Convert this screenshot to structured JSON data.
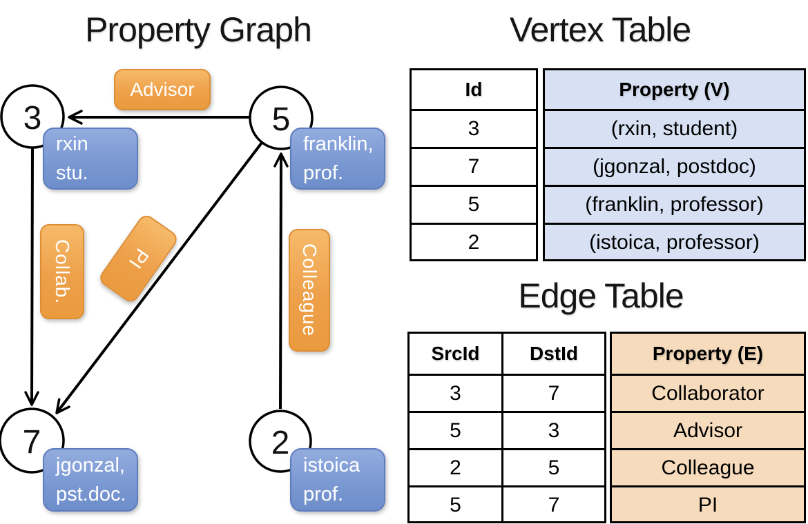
{
  "graph": {
    "title": "Property Graph",
    "nodes": [
      {
        "id": "3",
        "label_line1": "rxin",
        "label_line2": "stu."
      },
      {
        "id": "5",
        "label_line1": "franklin,",
        "label_line2": "prof."
      },
      {
        "id": "7",
        "label_line1": "jgonzal,",
        "label_line2": "pst.doc."
      },
      {
        "id": "2",
        "label_line1": "istoica",
        "label_line2": "prof."
      }
    ],
    "edge_labels": {
      "advisor": "Advisor",
      "collab": "Collab.",
      "pi": "PI",
      "colleague": "Colleague"
    },
    "edges": [
      {
        "src": "5",
        "dst": "3",
        "label": "Advisor"
      },
      {
        "src": "3",
        "dst": "7",
        "label": "Collab."
      },
      {
        "src": "5",
        "dst": "7",
        "label": "PI"
      },
      {
        "src": "2",
        "dst": "5",
        "label": "Colleague"
      }
    ]
  },
  "vertex_table": {
    "title": "Vertex Table",
    "columns": {
      "id": "Id",
      "property": "Property (V)"
    },
    "rows": [
      {
        "id": "3",
        "property": "(rxin, student)"
      },
      {
        "id": "7",
        "property": "(jgonzal, postdoc)"
      },
      {
        "id": "5",
        "property": "(franklin, professor)"
      },
      {
        "id": "2",
        "property": "(istoica, professor)"
      }
    ]
  },
  "edge_table": {
    "title": "Edge Table",
    "columns": {
      "src": "SrcId",
      "dst": "DstId",
      "property": "Property (E)"
    },
    "rows": [
      {
        "src": "3",
        "dst": "7",
        "property": "Collaborator"
      },
      {
        "src": "5",
        "dst": "3",
        "property": "Advisor"
      },
      {
        "src": "2",
        "dst": "5",
        "property": "Colleague"
      },
      {
        "src": "5",
        "dst": "7",
        "property": "PI"
      }
    ]
  },
  "colors": {
    "edge_label_fill_top": "#f6ba6a",
    "edge_label_fill_bottom": "#ea9b3e",
    "edge_label_border": "#dd8d34",
    "vertex_label_fill_top": "#93acde",
    "vertex_label_fill_bottom": "#6d8eca",
    "vertex_label_border": "#5d7cbe",
    "vertex_property_column_bg": "#d7e1f3",
    "edge_property_column_bg": "#f6dcbd",
    "line_color": "#000000",
    "text_on_pills": "#ffffff"
  }
}
